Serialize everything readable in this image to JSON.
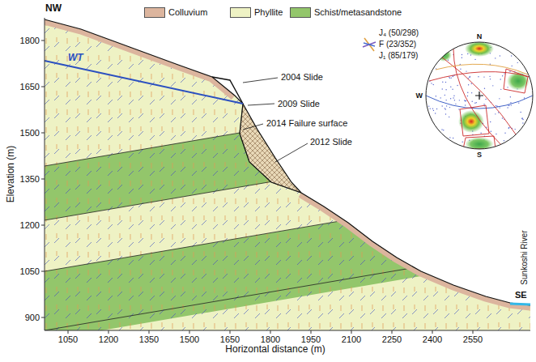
{
  "diagram": {
    "labels": [
      "NW",
      "SE",
      "WT",
      "2004 Slide",
      "2009 Slide",
      "2014 Failure surface",
      "2012 Slide",
      "J₄ (50/298)",
      "F (23/352)",
      "J₁ (85/179)",
      "N",
      "S",
      "W",
      "Sunkoshi River",
      "Elevation (m)",
      "Horizontal distance (m)",
      "1800",
      "1650",
      "1500",
      "1350",
      "1200",
      "1050",
      "900",
      "1050",
      "1200",
      "1350",
      "1500",
      "1650",
      "1800",
      "1950",
      "2100",
      "2250",
      "2400",
      "2550"
    ],
    "legend": [
      {
        "text": "Colluvium",
        "color": "#dcb59e"
      },
      {
        "text": "Phyllite",
        "color": "#eef2c4"
      },
      {
        "text": "Schist/metasandstone",
        "color": "#93c66b"
      }
    ]
  }
}
